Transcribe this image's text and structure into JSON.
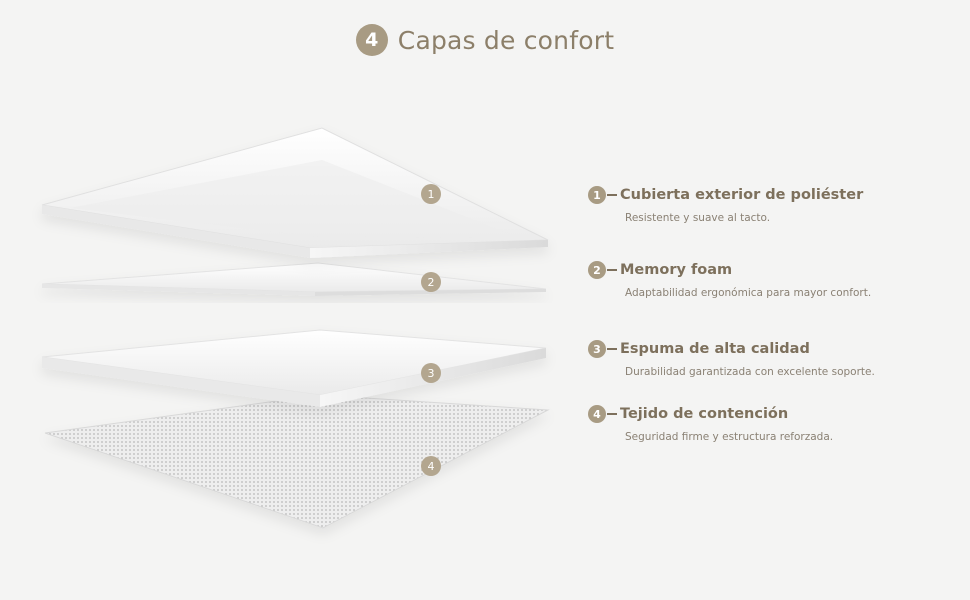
{
  "header": {
    "badge": "4",
    "title": "Capas de confort"
  },
  "layers": [
    {
      "number": "1",
      "title": "Cubierta exterior de poliéster",
      "description": "Resistente y suave al tacto."
    },
    {
      "number": "2",
      "title": "Memory foam",
      "description": "Adaptabilidad ergonómica para mayor confort."
    },
    {
      "number": "3",
      "title": "Espuma de alta calidad",
      "description": "Durabilidad garantizada con excelente soporte."
    },
    {
      "number": "4",
      "title": "Tejido de contención",
      "description": "Seguridad firme y estructura reforzada."
    }
  ],
  "colors": {
    "accent": "#a89b83",
    "title_text": "#8c7f69",
    "background": "#f4f4f3"
  }
}
